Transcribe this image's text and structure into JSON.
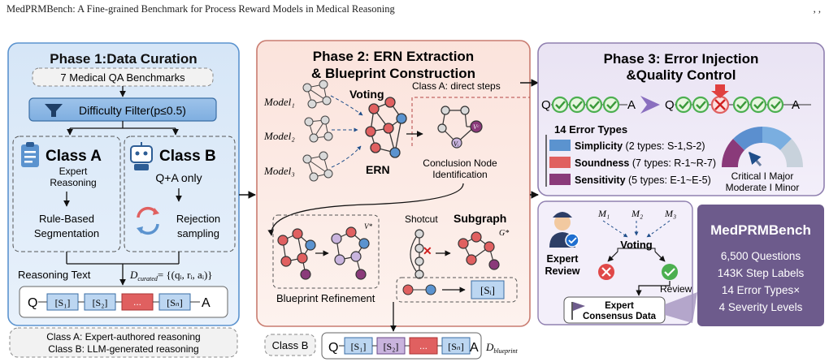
{
  "header": {
    "title": "MedPRMBench: A Fine-grained Benchmark for Process Reward Models in Medical Reasoning",
    "right": ", ,"
  },
  "phase1": {
    "title": "Phase 1:Data Curation",
    "benchmarks": "7 Medical QA Benchmarks",
    "filter": "Difficulty Filter(p≤0.5)",
    "classA": {
      "title": "Class A",
      "sub1": "Expert",
      "sub2": "Reasoning",
      "step1": "Rule-Based",
      "step2": "Segmentation"
    },
    "classB": {
      "title": "Class B",
      "sub1": "Q+A only",
      "step1": "Rejection",
      "step2": "sampling"
    },
    "reasoning_text": "Reasoning Text",
    "dcurated": "D",
    "dcurated_sub": "curated",
    "dcurated_eq": "= {(qᵢ, rᵢ, aᵢ)}",
    "chain": {
      "q": "Q",
      "s1": "[S₁]",
      "s2": "[S₂]",
      "dots": "...",
      "sn": "[Sₙ]",
      "a": "A"
    },
    "legend1": "Class A: Expert-authored reasoning",
    "legend2": "Class B: LLM-generated reasoning"
  },
  "phase2": {
    "title1": "Phase 2: ERN Extraction",
    "title2": "& Blueprint Construction",
    "model1": "Model₁",
    "model2": "Model₂",
    "model3": "Model₃",
    "voting": "Voting",
    "ern": "ERN",
    "classA_direct": "Class A: direct steps",
    "conclusion1": "Conclusion Node",
    "conclusion2": "Identification",
    "vc": "Vᶜ",
    "vi": "Vᵢ",
    "blueprint": "Blueprint Refinement",
    "vstar": "V*",
    "shotcut": "Shotcut",
    "subgraph": "Subgraph",
    "gstar": "G*",
    "si": "[Sᵢ]",
    "classB": "Class B",
    "dblueprint": "D",
    "dblueprint_sub": "blueprint"
  },
  "phase3": {
    "title1": "Phase 3: Error Injection",
    "title2": "&Quality Control",
    "q": "Q",
    "a": "A",
    "error_types_title": "14 Error Types",
    "simplicity": "Simplicity",
    "simplicity_detail": "(2 types: S-1,S-2)",
    "soundness": "Soundness",
    "soundness_detail": "(7 types: R-1~R-7)",
    "sensitivity": "Sensitivity",
    "sensitivity_detail": "(5 types: E-1~E-5)",
    "severity1": "Critical I Major",
    "severity2": "Moderate I Minor",
    "expert_review1": "Expert",
    "expert_review2": "Review",
    "m1": "M₁",
    "m2": "M₂",
    "m3": "M₃",
    "voting": "Voting",
    "review": "Review",
    "consensus1": "Expert",
    "consensus2": "Consensus Data",
    "bench_title": "MedPRMBench",
    "stat1": "6,500 Questions",
    "stat2": "143K Step Labels",
    "stat3": "14 Error Types×",
    "stat4": "4 Severity Levels"
  },
  "colors": {
    "blue": "#5b93cf",
    "red": "#e06060",
    "purple": "#8a3a7a",
    "green": "#4caf50",
    "bench": "#6d5b8c"
  }
}
